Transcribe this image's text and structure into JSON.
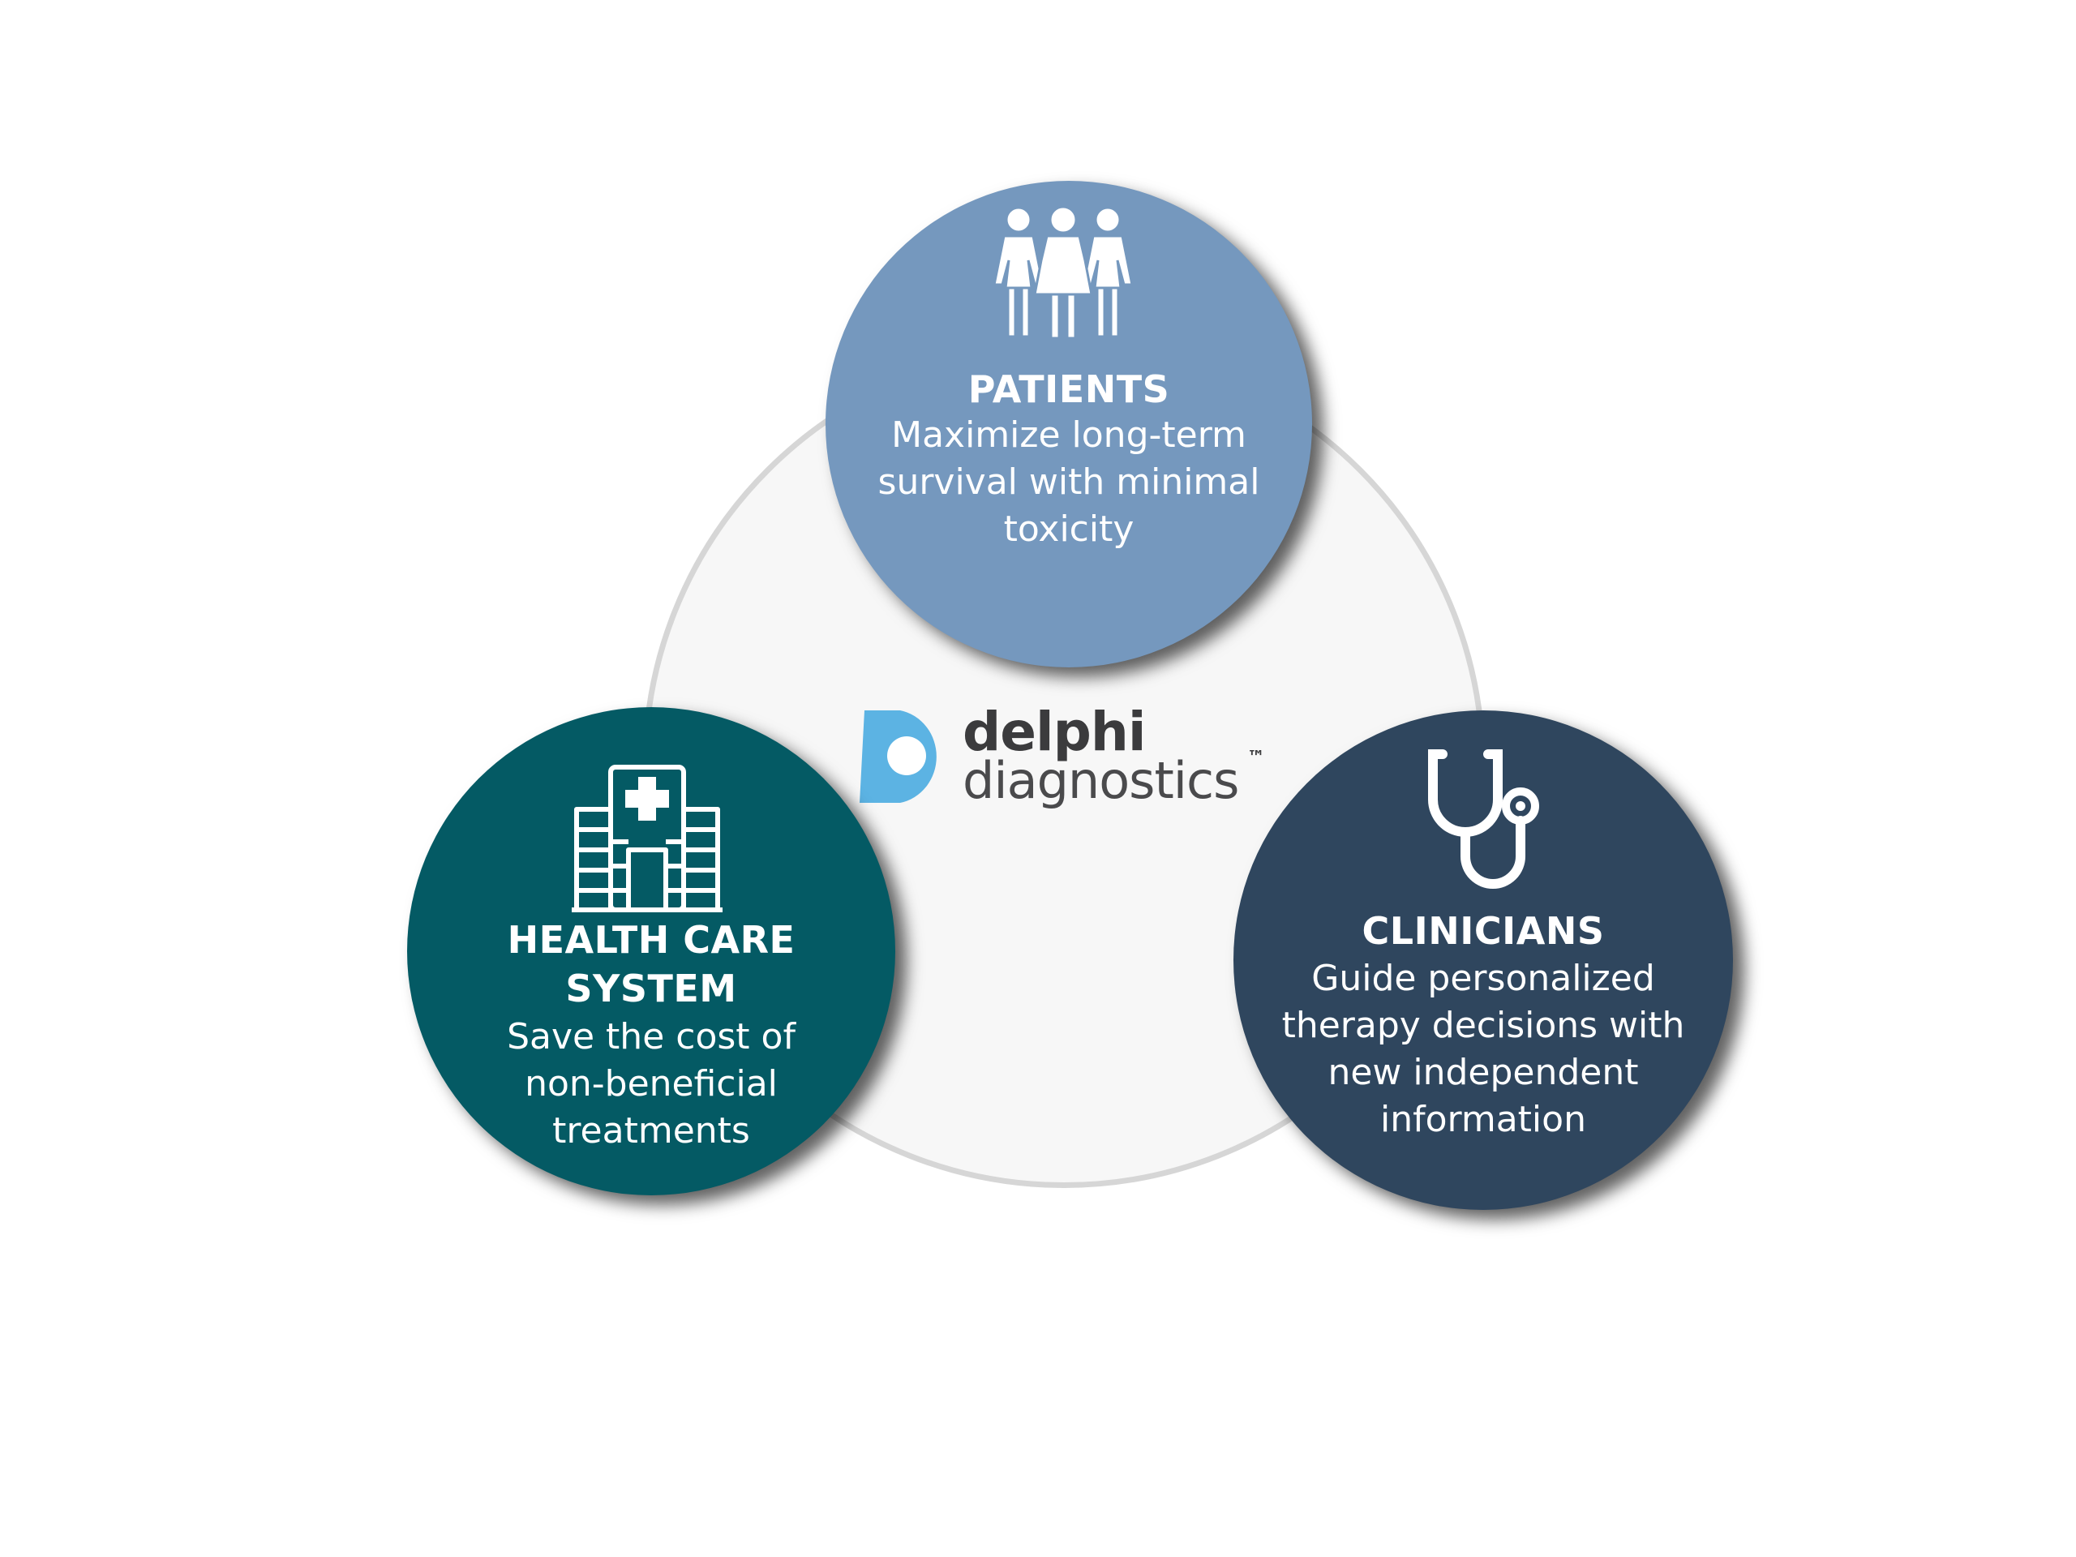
{
  "logo": {
    "name_line1": "delphi",
    "name_line2": "diagnostics",
    "trademark": "™",
    "mark_color": "#5cb3e3",
    "text_color": "#3b3b3d"
  },
  "colors": {
    "center_circle_fill": "#f7f7f7",
    "center_circle_border": "#d6d6d6",
    "patients": "#7598be",
    "health_care_system": "#045a64",
    "clinicians": "#2f465e"
  },
  "stakeholders": [
    {
      "key": "patients",
      "icon": "three-people-icon",
      "title": "PATIENTS",
      "description": "Maximize long-term\nsurvival with minimal\ntoxicity"
    },
    {
      "key": "health_care_system",
      "icon": "hospital-building-icon",
      "title": "HEALTH CARE\nSYSTEM",
      "description": "Save the cost of\nnon-beneficial\ntreatments"
    },
    {
      "key": "clinicians",
      "icon": "stethoscope-icon",
      "title": "CLINICIANS",
      "description": "Guide personalized\ntherapy decisions with\nnew independent\ninformation"
    }
  ]
}
